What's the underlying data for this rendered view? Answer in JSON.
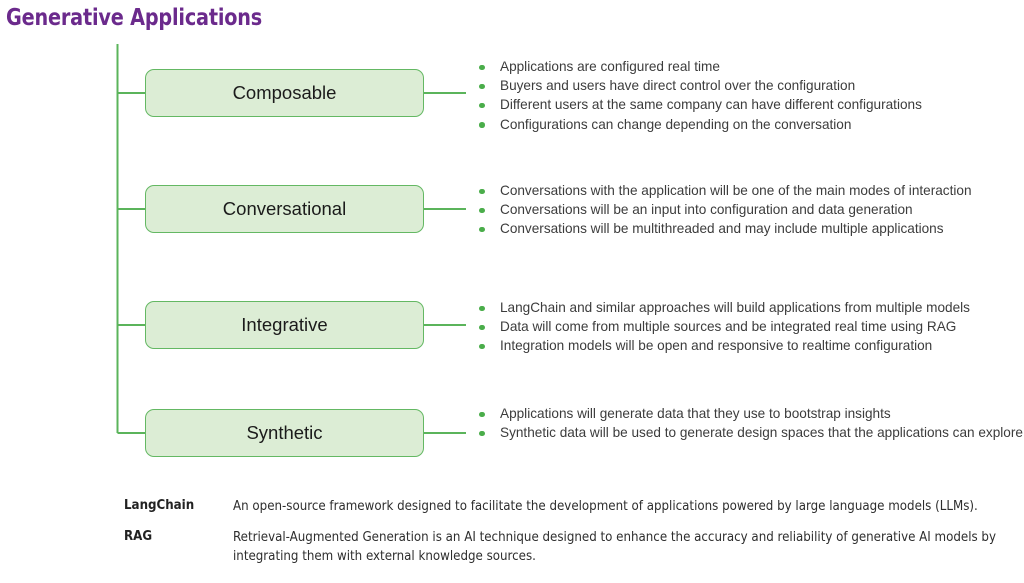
{
  "title": "Generative Applications",
  "theme": {
    "title_color": "#6b2a8c",
    "node_fill": "#dcedd5",
    "node_border": "#64b863",
    "connector_color": "#5bb45b",
    "bullet_dot_color": "#4aad4a",
    "bullet_text_color": "#3c3c3c",
    "background": "#ffffff"
  },
  "branches": [
    {
      "label": "Composable",
      "bullets": [
        "Applications are configured real time",
        "Buyers and users have direct control over the configuration",
        "Different users at the same company can have different configurations",
        "Configurations can change depending on the conversation"
      ]
    },
    {
      "label": "Conversational",
      "bullets": [
        "Conversations with the application will be one of the main modes of interaction",
        "Conversations will be an input into configuration and data generation",
        "Conversations will be multithreaded and may include multiple applications"
      ]
    },
    {
      "label": "Integrative",
      "bullets": [
        "LangChain and similar approaches will build applications from multiple models",
        "Data will come from multiple sources and be integrated real time using RAG",
        "Integration models will be open and responsive to realtime configuration"
      ]
    },
    {
      "label": "Synthetic",
      "bullets": [
        "Applications will generate data that they use to bootstrap insights",
        "Synthetic data will be used to generate design spaces that the applications can explore"
      ]
    }
  ],
  "glossary": [
    {
      "term": "LangChain",
      "definition": "An open-source framework designed to facilitate the development of applications powered by large language models (LLMs)."
    },
    {
      "term": "RAG",
      "definition": "Retrieval-Augmented Generation is an AI technique designed to enhance the accuracy and reliability of generative AI models by integrating them with external knowledge sources."
    }
  ]
}
